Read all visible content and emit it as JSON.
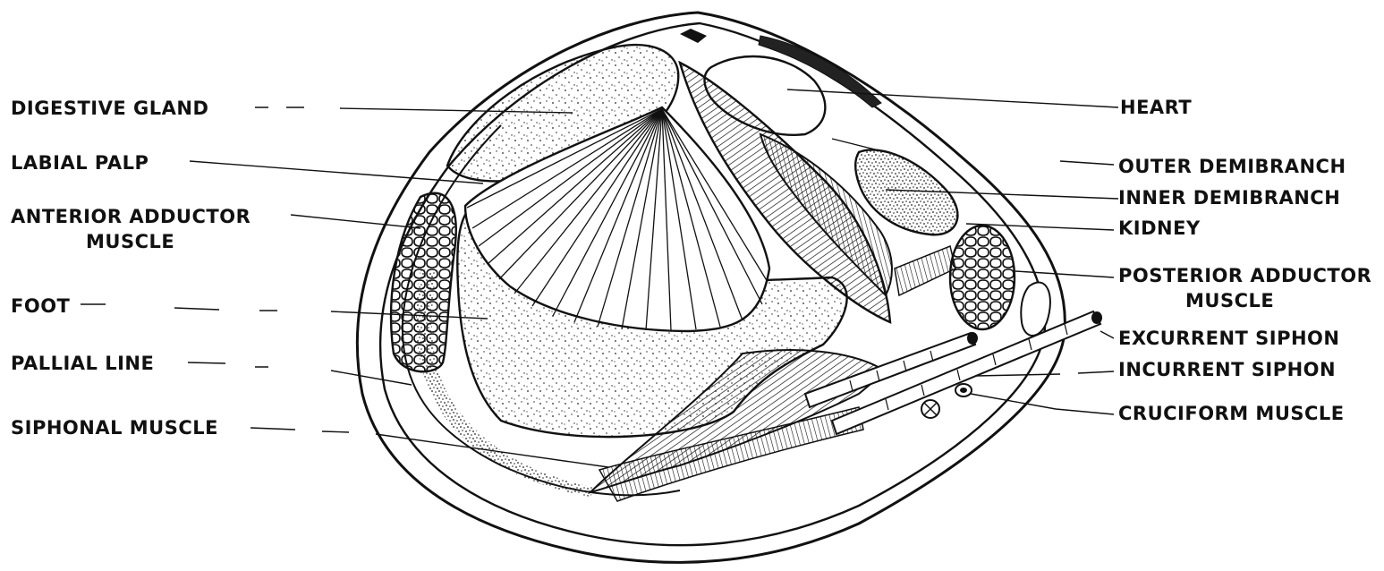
{
  "labels_left": [
    {
      "id": "digestive-gland",
      "text": "DIGESTIVE GLAND"
    },
    {
      "id": "labial-palp",
      "text": "LABIAL PALP"
    },
    {
      "id": "anterior-adductor",
      "text": "ANTERIOR ADDUCTOR",
      "text2": "MUSCLE"
    },
    {
      "id": "foot",
      "text": "FOOT"
    },
    {
      "id": "pallial-line",
      "text": "PALLIAL LINE"
    },
    {
      "id": "siphonal-muscle",
      "text": "SIPHONAL MUSCLE"
    }
  ],
  "labels_right": [
    {
      "id": "heart",
      "text": "HEART"
    },
    {
      "id": "outer-demibranch",
      "text": "OUTER DEMIBRANCH"
    },
    {
      "id": "inner-demibranch",
      "text": "INNER DEMIBRANCH"
    },
    {
      "id": "kidney",
      "text": "KIDNEY"
    },
    {
      "id": "posterior-adductor",
      "text": "POSTERIOR ADDUCTOR",
      "text2": "MUSCLE"
    },
    {
      "id": "excurrent-siphon",
      "text": "EXCURRENT SIPHON"
    },
    {
      "id": "incurrent-siphon",
      "text": "INCURRENT SIPHON"
    },
    {
      "id": "cruciform-muscle",
      "text": "CRUCIFORM MUSCLE"
    }
  ]
}
